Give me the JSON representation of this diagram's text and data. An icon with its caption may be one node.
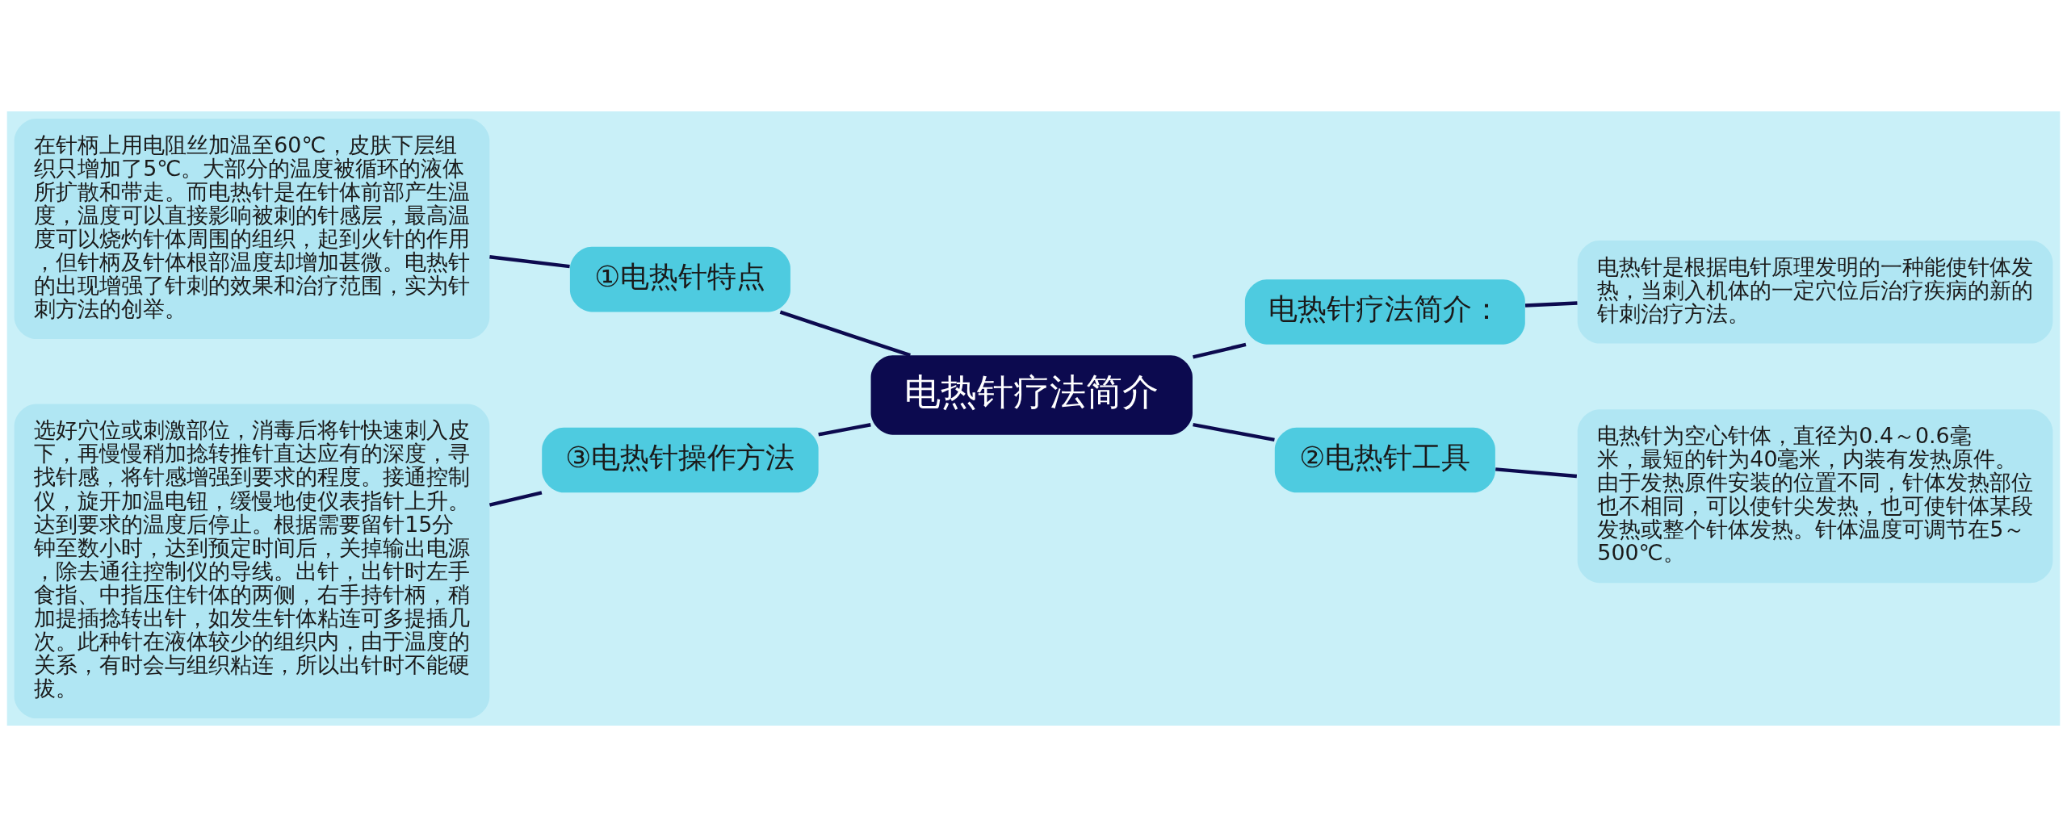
{
  "diagram": {
    "nodes": [
      {
        "text": [
          "电热针疗法简介"
        ]
      },
      {
        "text": [
          "①电热针特点"
        ]
      },
      {
        "text": [
          "在针柄上用电阻丝加温至60℃，皮肤下层组织只增加了5℃。大部分的温度被循环的液体所扩散和带走。而电热针是在针体前部产生温度，温度可以直接影响被刺的针感层，最高温度可以烧灼针体周围的组织，起到火针的作用，但针柄及针体根部温度却增加甚微。电热针的出现增强了针刺的效果和治疗范围，实为针刺方法的创举。"
        ]
      },
      {
        "text": [
          "③电热针操作方法"
        ]
      },
      {
        "text": [
          "选好穴位或刺激部位，消毒后将针快速刺入皮下，再慢慢稍加捻转推针直达应有的深度，寻找针感，将针感增强到要求的程度。接通控制仪，旋开加温电钮，缓慢地使仪表指针上升。达到要求的温度后停止。根据需要留针15分钟至数小时，达到预定时间后，关掉输出电源，除去通往控制仪的导线。出针，出针时左手食指、中指压住针体的两侧，右手持针柄，稍加提插捻转出针，如发生针体粘连可多提插几次。此种针在液体较少的组织内，由于温度的关系，有时会与组织粘连，所以出针时不能硬拔。"
        ]
      },
      {
        "text": [
          "电热针疗法简介："
        ]
      },
      {
        "text": [
          "电热针是根据电针原理发明的一种能使针体发热，当刺入机体的一定穴位后治疗疾病的新的针刺治疗方法。"
        ]
      },
      {
        "text": [
          "②电热针工具"
        ]
      },
      {
        "text": [
          "电热针为空心针体，直径为0.4～0.6毫米，最短的针为40毫米，内装有发热原件。由于发热原件安装的位置不同，针体发热部位也不相同，可以使针尖发热，也可使针体某段发热或整个针体发热。针体温度可调节在5～500℃。"
        ]
      }
    ],
    "edges": [
      {
        "from": 0,
        "to": 1,
        "arrow": "none"
      },
      {
        "from": 1,
        "to": 2,
        "arrow": "none"
      },
      {
        "from": 0,
        "to": 3,
        "arrow": "none"
      },
      {
        "from": 3,
        "to": 4,
        "arrow": "none"
      },
      {
        "from": 0,
        "to": 5,
        "arrow": "none"
      },
      {
        "from": 5,
        "to": 6,
        "arrow": "none"
      },
      {
        "from": 0,
        "to": 7,
        "arrow": "none"
      },
      {
        "from": 7,
        "to": 8,
        "arrow": "none"
      }
    ]
  }
}
